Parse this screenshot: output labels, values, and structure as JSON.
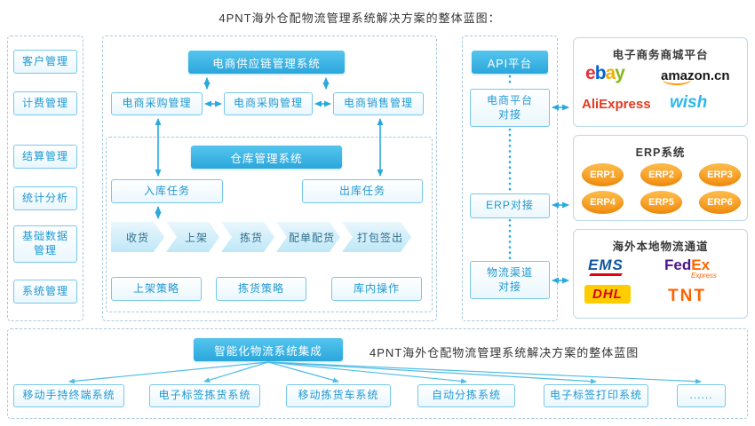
{
  "page": {
    "title": "4PNT海外仓配物流管理系统解决方案的整体蓝图："
  },
  "sidebar": {
    "items": [
      "客户管理",
      "计费管理",
      "结算管理",
      "统计分析",
      "基础数据管理",
      "系统管理"
    ]
  },
  "supply_chain": {
    "header": "电商供应链管理系统",
    "modules": [
      "电商采购管理",
      "电商采购管理",
      "电商销售管理"
    ]
  },
  "warehouse": {
    "header": "仓库管理系统",
    "tasks": [
      "入库任务",
      "出库任务"
    ],
    "flow": [
      "收货",
      "上架",
      "拣货",
      "配单配货",
      "打包签出"
    ],
    "strategies": [
      "上架策略",
      "拣货策略",
      "库内操作"
    ]
  },
  "api_panel": {
    "header": "API平台",
    "items": [
      "电商平台对接",
      "ERP对接",
      "物流渠道对接"
    ]
  },
  "mall_platforms": {
    "header": "电子商务商城平台",
    "ebay_letters": [
      "e",
      "b",
      "a",
      "y"
    ],
    "amazon": "amazon.cn",
    "aliexpress": "AliExpress",
    "wish": "wish"
  },
  "erp_systems": {
    "header": "ERP系统",
    "items": [
      "ERP1",
      "ERP2",
      "ERP3",
      "ERP4",
      "ERP5",
      "ERP6"
    ]
  },
  "logistics_channels": {
    "header": "海外本地物流通道",
    "ems": "EMS",
    "fedex_fed": "Fed",
    "fedex_ex": "Ex",
    "fedex_express": "Express",
    "dhl": "DHL",
    "tnt": "TNT"
  },
  "integration": {
    "header": "智能化物流系统集成",
    "caption": "4PNT海外仓配物流管理系统解决方案的整体蓝图",
    "systems": [
      "移动手持终端系统",
      "电子标签拣货系统",
      "移动拣货车系统",
      "自动分拣系统",
      "电子标签打印系统",
      "......"
    ]
  },
  "colors": {
    "accent_blue": "#2aa9de",
    "light_border": "#77c8ec",
    "orange": "#f59214"
  }
}
